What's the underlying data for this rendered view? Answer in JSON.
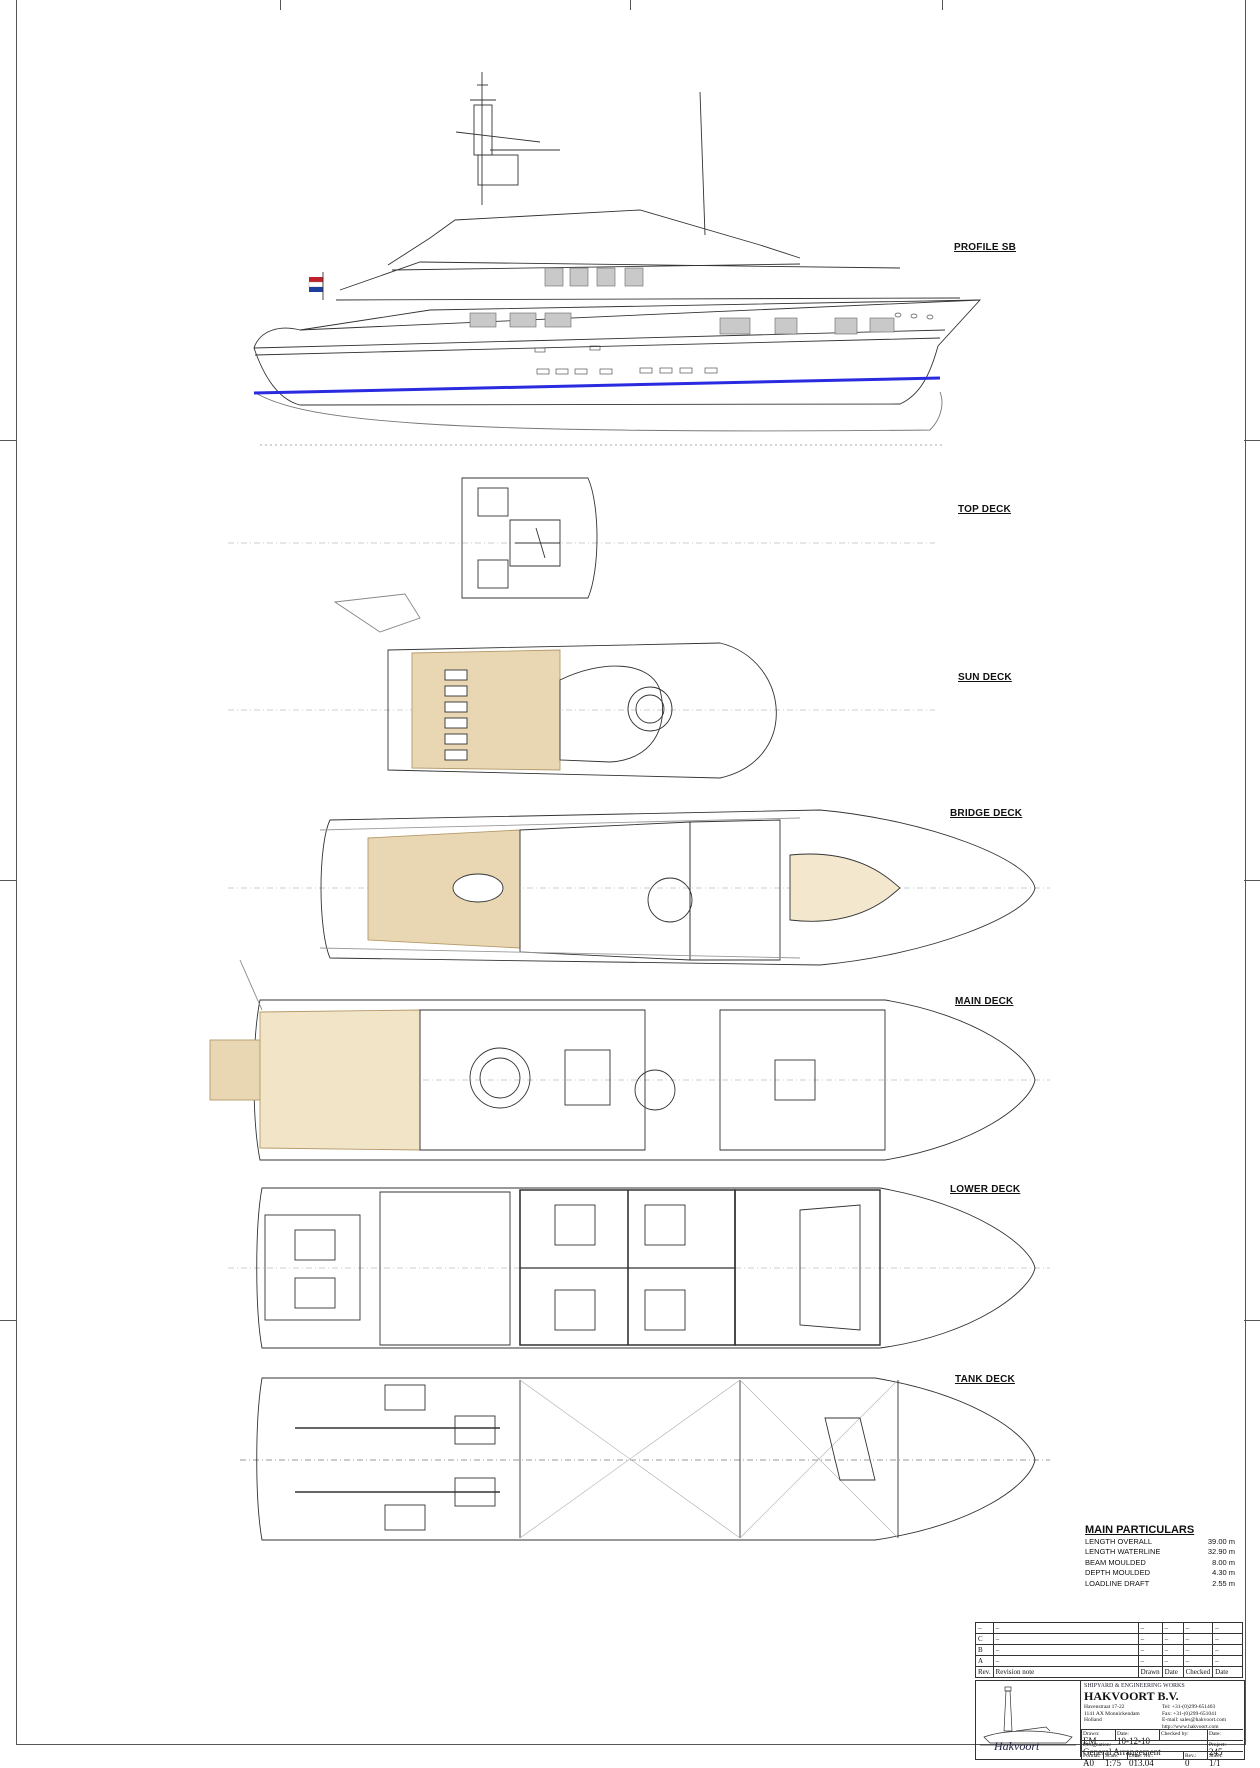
{
  "views": {
    "profile": "PROFILE SB",
    "top_deck": "TOP DECK",
    "sun_deck": "SUN DECK",
    "bridge_deck": "BRIDGE DECK",
    "main_deck": "MAIN DECK",
    "lower_deck": "LOWER DECK",
    "tank_deck": "TANK DECK"
  },
  "particulars": {
    "title": "MAIN PARTICULARS",
    "rows": [
      {
        "label": "LENGTH OVERALL",
        "value": "39.00 m"
      },
      {
        "label": "LENGTH WATERLINE",
        "value": "32.90 m"
      },
      {
        "label": "BEAM MOULDED",
        "value": "8.00 m"
      },
      {
        "label": "DEPTH MOULDED",
        "value": "4.30 m"
      },
      {
        "label": "LOADLINE DRAFT",
        "value": "2.55 m"
      }
    ]
  },
  "revisions": {
    "rows": [
      {
        "rev": "–",
        "note": "–",
        "drawn": "–",
        "date": "–",
        "checked": "–",
        "date2": "–"
      },
      {
        "rev": "C",
        "note": "–",
        "drawn": "–",
        "date": "–",
        "checked": "–",
        "date2": "–"
      },
      {
        "rev": "B",
        "note": "–",
        "drawn": "–",
        "date": "–",
        "checked": "–",
        "date2": "–"
      },
      {
        "rev": "A",
        "note": "–",
        "drawn": "–",
        "date": "–",
        "checked": "–",
        "date2": "–"
      }
    ],
    "header": {
      "rev": "Rev.",
      "note": "Revision note",
      "drawn": "Drawn",
      "date": "Date",
      "checked": "Checked",
      "date2": "Date"
    }
  },
  "titleblock": {
    "kicker": "SHIPYARD & ENGINEERING WORKS",
    "company": "HAKVOORT B.V.",
    "address": [
      "Havenstraat 17-22",
      "1141 AX Monnickendam",
      "Holland"
    ],
    "contact": [
      "Tel: +31-(0)299-651403",
      "Fax: +31-(0)299-651041",
      "E-mail: sales@hakvoort.com",
      "http://www.hakvoort.com"
    ],
    "signature": "Hakvoort",
    "drawn_label": "Drawn:",
    "drawn_value": "EM",
    "date_label": "Date:",
    "date_value": "10-12-10",
    "checked_label": "Checked by:",
    "checked_value": "",
    "date2_label": "Date:",
    "date2_value": "",
    "designation_label": "Designation:",
    "designation_value": "General Arrangement",
    "project_label": "Project:",
    "project_value": "245",
    "format_label": "Format:",
    "format_value": "A0",
    "scale_label": "Scale:",
    "scale_value": "1:75",
    "drawno_label": "Draw. No.:",
    "drawno_value": "013.04",
    "rev_label": "Rev.:",
    "rev_value": "0",
    "sheet_label": "Sheet:",
    "sheet_value": "1/1"
  },
  "colors": {
    "line": "#333333",
    "teak": "#e9d7b4",
    "boot_stripe": "#2a2ae0",
    "flag_red": "#c0202a",
    "flag_blue": "#1f3f9c",
    "window": "#9a9a9a"
  }
}
